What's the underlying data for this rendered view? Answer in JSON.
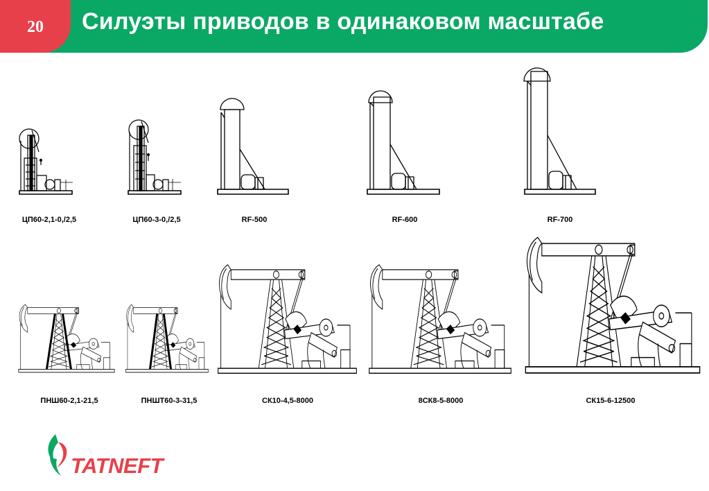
{
  "header": {
    "slide_number": "20",
    "title": "Силуэты приводов в одинаковом масштабе",
    "accent_green": "#0aa865",
    "accent_red": "#e8404a"
  },
  "units": {
    "chain_drives": [
      "ЦП60-2,1-0,/2,5",
      "ЦП60-3-0,/2,5"
    ],
    "rf_drives": [
      "RF-500",
      "RF-600",
      "RF-700"
    ],
    "beam_pumps": [
      "ПНШ60-2,1-21,5",
      "ПНШТ60-3-31,5",
      "СК10-4,5-8000",
      "8СК8-5-8000",
      "СК15-6-12500"
    ]
  },
  "logo": {
    "text": "TATNEFT",
    "icon": "tatneft-flame-icon"
  }
}
